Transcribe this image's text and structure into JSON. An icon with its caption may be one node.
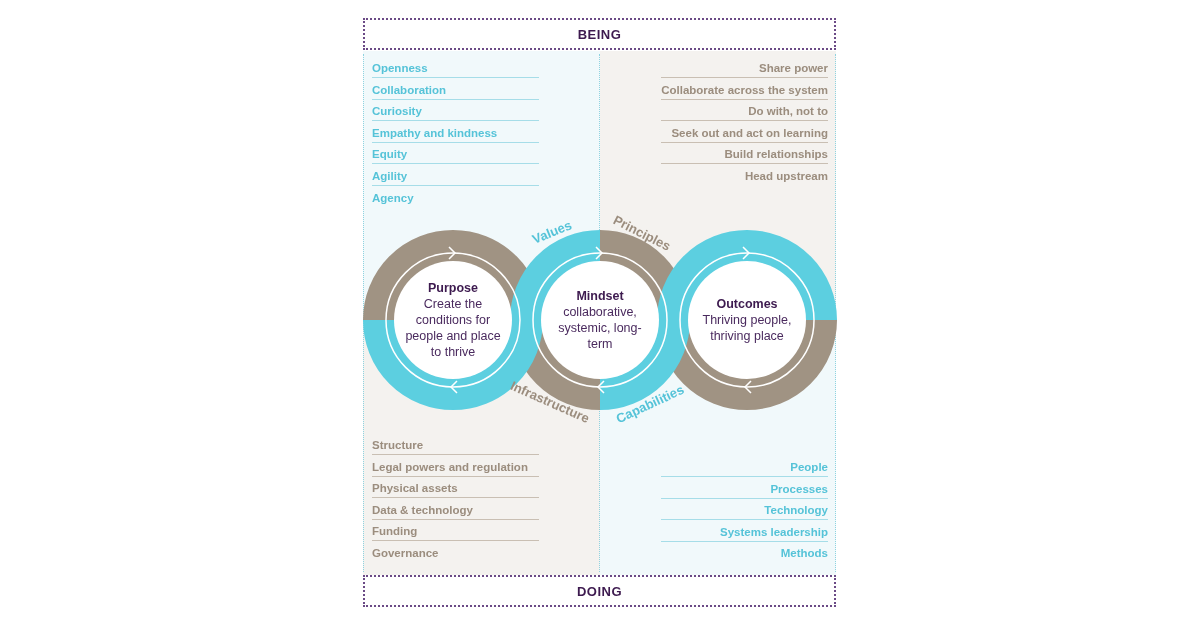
{
  "diagram": {
    "nodes": [
      {
        "text": [
          "BEING"
        ]
      },
      {
        "text": [
          "Purpose",
          "Create the conditions for people and place to thrive"
        ]
      },
      {
        "text": [
          "Mindset",
          "collaborative, systemic, long-term"
        ]
      },
      {
        "text": [
          "Outcomes",
          "Thriving people, thriving place"
        ]
      },
      {
        "text": [
          "DOING"
        ]
      }
    ],
    "labels": [
      "Openness",
      "Collaboration",
      "Curiosity",
      "Empathy and kindness",
      "Equity",
      "Agility",
      "Agency",
      "Share power",
      "Collaborate across the system",
      "Do with, not to",
      "Seek out and act on learning",
      "Build relationships",
      "Head upstream",
      "Values",
      "Principles",
      "Infrastructure",
      "Capabilities",
      "Structure",
      "Legal powers and regulation",
      "Physical assets",
      "Data & technology",
      "Funding",
      "Governance",
      "People",
      "Processes",
      "Technology",
      "Systems leadership",
      "Methods"
    ]
  }
}
